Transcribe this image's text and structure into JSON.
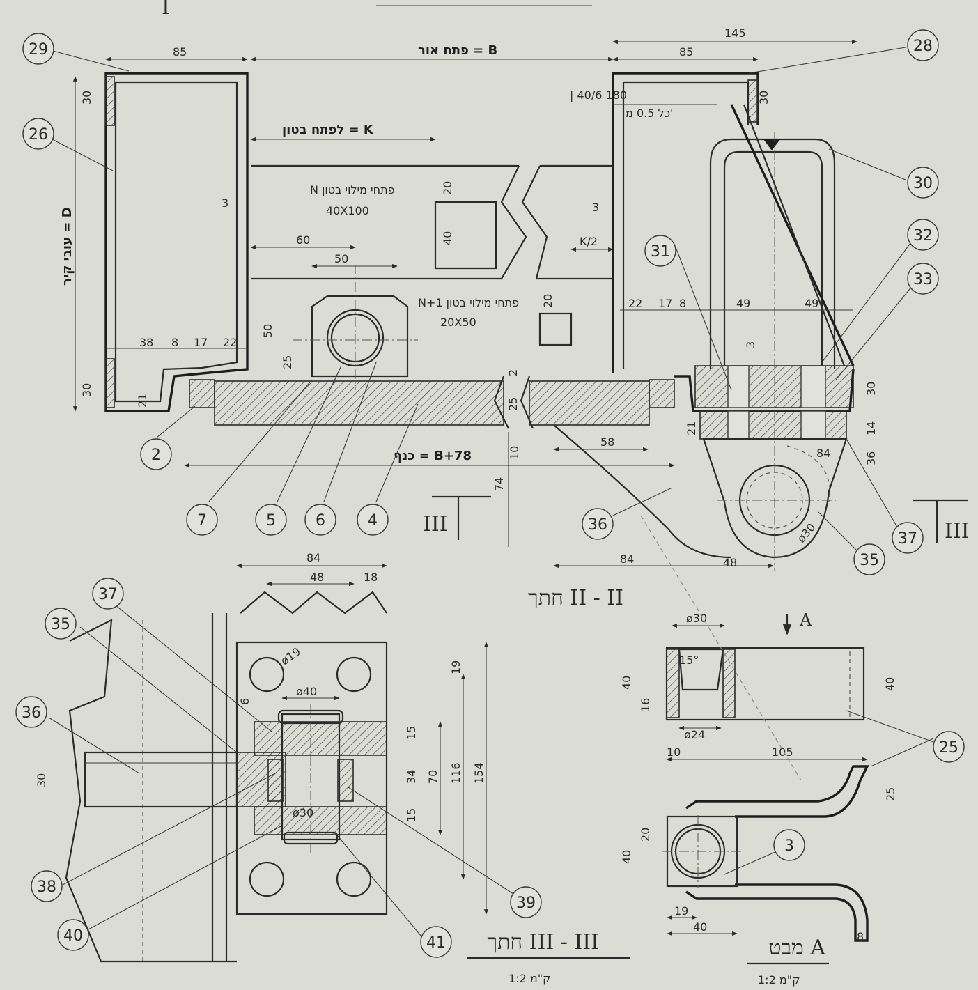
{
  "top_header": "I",
  "top_view": {
    "dims": {
      "d85_left": "85",
      "d145": "145",
      "d85_right": "85",
      "b_label": "פתח אור = B",
      "k_label": "לפתח בטון = K",
      "n_label": "N פתחי מילוי בטון",
      "n_size": "40X100",
      "n1_label": "N+1 פתחי מילוי בטון",
      "n1_size": "20X50",
      "d_label": "עובי קיר = D",
      "d30_a": "30",
      "d30_b": "30",
      "d30_c": "30",
      "d30_d": "30",
      "d3_a": "3",
      "d3_b": "3",
      "d20_a": "20",
      "d40_a": "40",
      "d20_b": "20",
      "d60": "60",
      "d50_a": "50",
      "d50_b": "50",
      "d25_a": "25",
      "d25_b": "25",
      "k2": "K/2",
      "d38": "38",
      "d8_a": "8",
      "d17_a": "17",
      "d22_a": "22",
      "d21_a": "21",
      "d22_b": "22",
      "d17_b": "17",
      "d8_b": "8",
      "d49_a": "49",
      "d49_b": "49",
      "d3_c": "3",
      "d2": "2",
      "d10": "10",
      "d74": "74",
      "d58": "58",
      "d21_b": "21",
      "d14": "14",
      "d36": "36",
      "d84_a": "84",
      "d84_b": "84",
      "d48": "48",
      "phi30": "ø30",
      "bplus": "כנף = B+78",
      "weld": "| 40/6 180",
      "weld2": "כל 0.5 מ'"
    },
    "bubbles": [
      "29",
      "26",
      "2",
      "7",
      "5",
      "6",
      "4",
      "28",
      "30",
      "31",
      "32",
      "33",
      "36",
      "35",
      "37"
    ],
    "section_mark": "III"
  },
  "section_2": {
    "title": "חתך II - II"
  },
  "section_3": {
    "title": "חתך III - III",
    "scale": "1:2 ק\"מ",
    "dims": {
      "d84": "84",
      "d48": "48",
      "d18": "18",
      "phi19": "ø19",
      "phi40": "ø40",
      "phi30": "ø30",
      "d6": "6",
      "d30": "30",
      "d19": "19",
      "d15_a": "15",
      "d34": "34",
      "d15_b": "15",
      "d70": "70",
      "d116": "116",
      "d154": "154"
    },
    "bubbles": [
      "37",
      "35",
      "36",
      "38",
      "40",
      "41",
      "39"
    ]
  },
  "view_a": {
    "title": "מבט A",
    "scale": "1:2 ק\"מ",
    "arrow": "A",
    "dims": {
      "phi30": "ø30",
      "angle": "15°",
      "phi24": "ø24",
      "d40_a": "40",
      "d16": "16",
      "d40_b": "40",
      "d10": "10",
      "d105": "105",
      "d25": "25",
      "d20": "20",
      "d40_c": "40",
      "d19": "19",
      "d40_d": "40",
      "d8": "8"
    },
    "bubbles": [
      "25",
      "3"
    ]
  }
}
